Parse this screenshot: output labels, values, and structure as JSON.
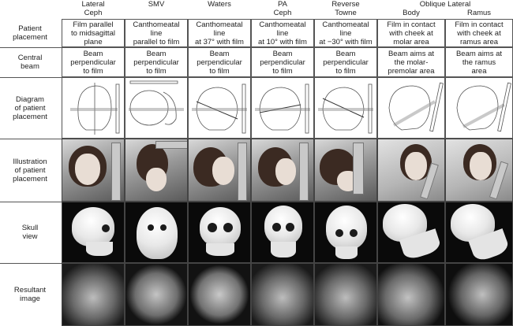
{
  "columns": [
    {
      "name": "Lateral\nCeph"
    },
    {
      "name": "SMV"
    },
    {
      "name": "Waters"
    },
    {
      "name": "PA\nCeph"
    },
    {
      "name": "Reverse\nTowne"
    }
  ],
  "oblique_group": {
    "title": "Oblique Lateral",
    "subcolumns": [
      "Body",
      "Ramus"
    ]
  },
  "rows": {
    "patient_placement": {
      "label": "Patient\nplacement",
      "cells": [
        "Film parallel\nto midsagittal\nplane",
        "Canthomeatal\nline\nparallel to film",
        "Canthomeatal\nline\nat 37° with film",
        "Canthomeatal\nline\nat 10° with film",
        "Canthomeatal\nline\nat −30° with film",
        "Film in contact\nwith cheek at\nmolar area",
        "Film in contact\nwith cheek at\nramus area"
      ]
    },
    "central_beam": {
      "label": "Central\nbeam",
      "cells": [
        "Beam\nperpendicular\nto film",
        "Beam\nperpendicular\nto film",
        "Beam\nperpendicular\nto film",
        "Beam\nperpendicular\nto film",
        "Beam\nperpendicular\nto film",
        "Beam aims at\nthe molar-\npremolar area",
        "Beam aims at\nthe ramus\narea"
      ]
    },
    "diagram": {
      "label": "Diagram\nof patient\nplacement"
    },
    "illustration": {
      "label": "Illustration\nof patient\nplacement"
    },
    "skull": {
      "label": "Skull\nview"
    },
    "resultant": {
      "label": "Resultant\nimage"
    }
  }
}
